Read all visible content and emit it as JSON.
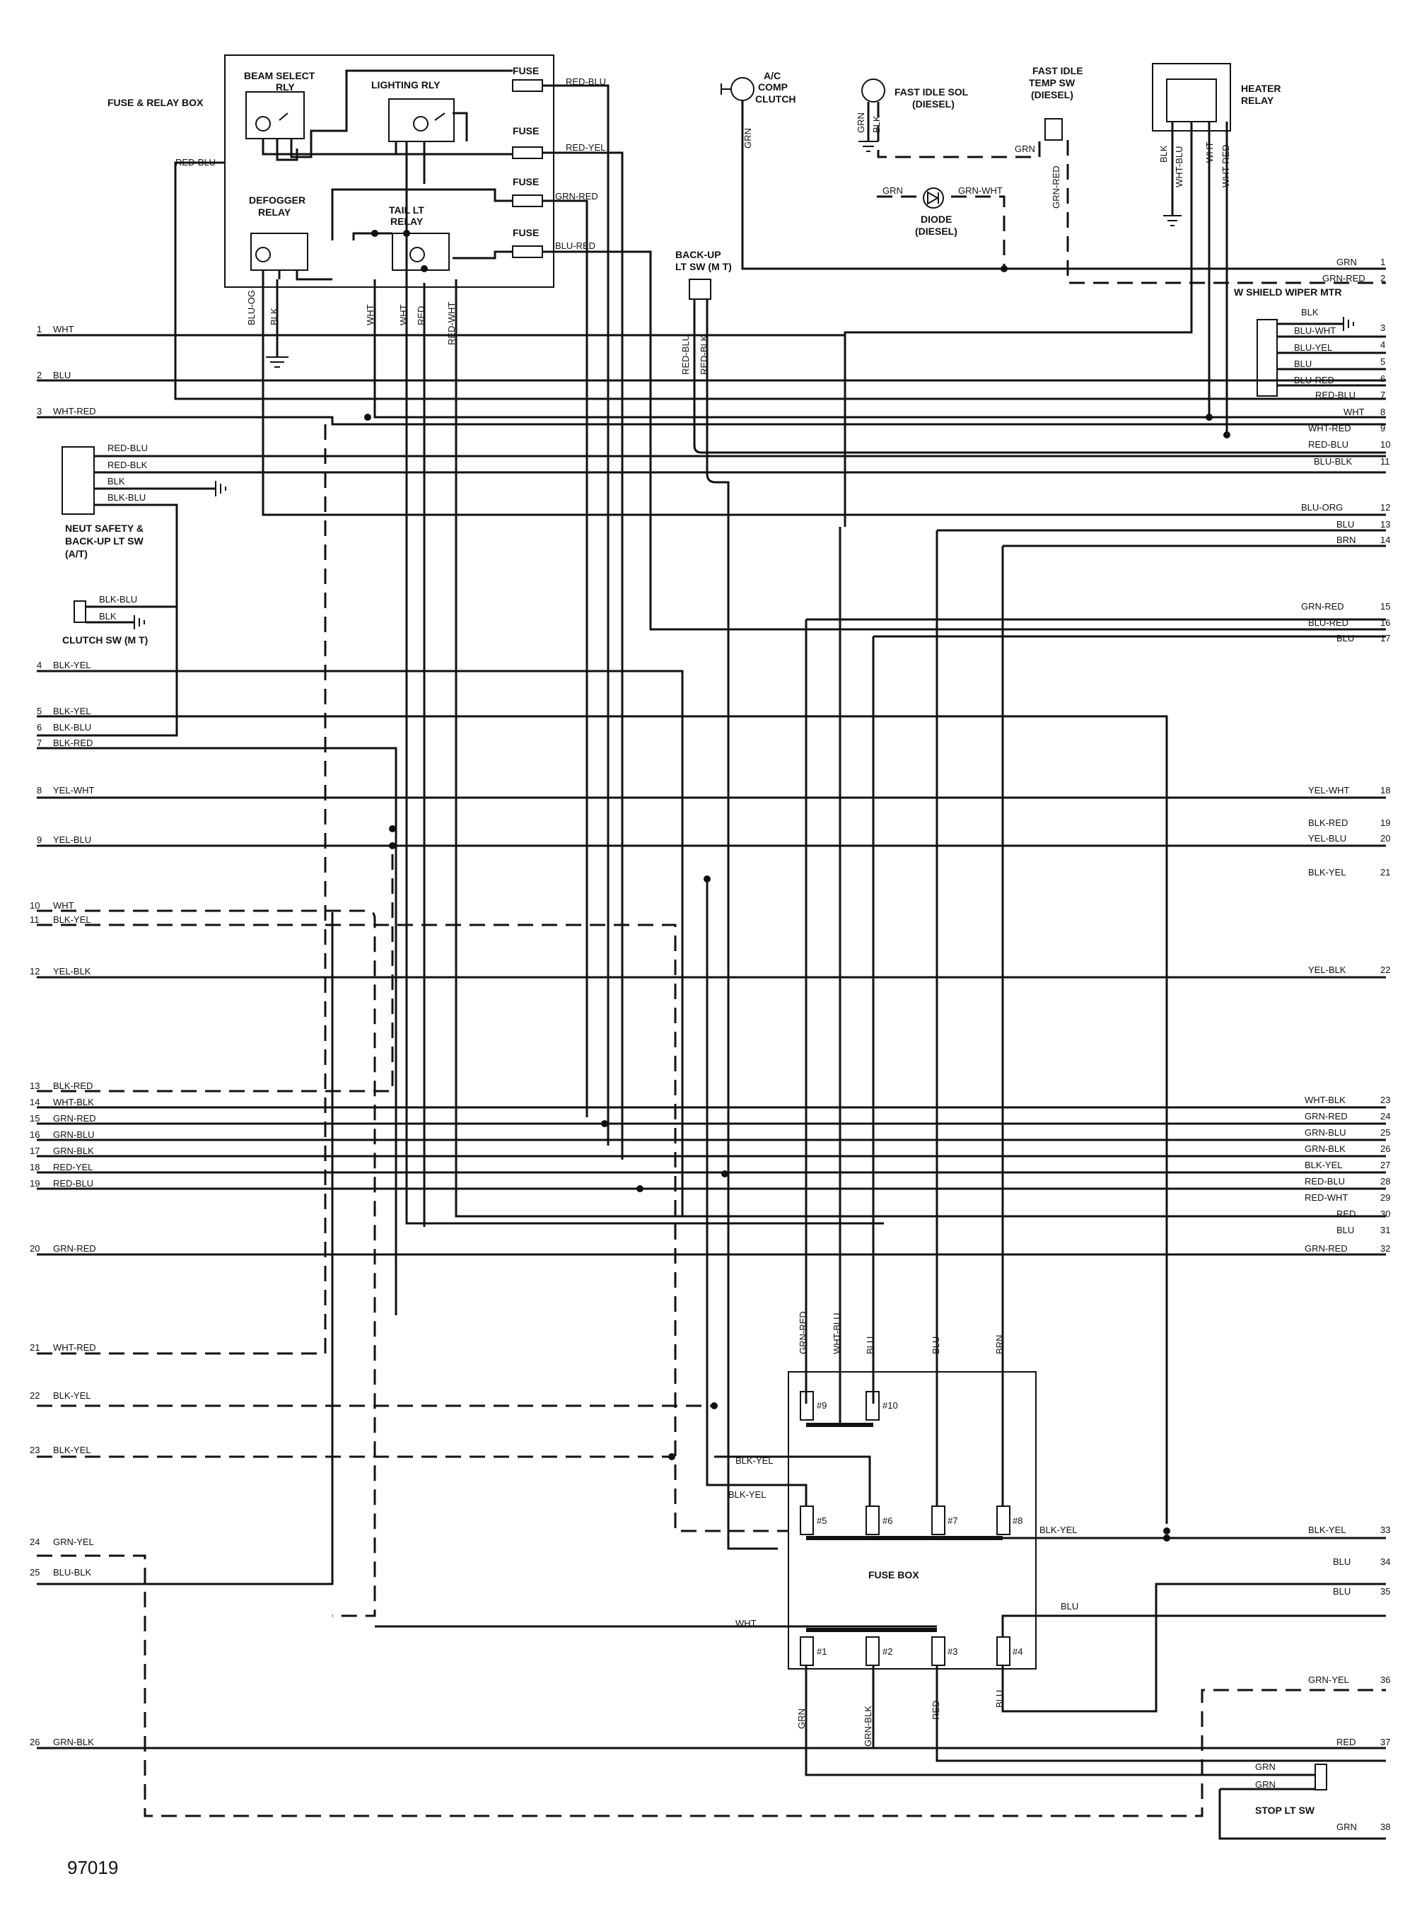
{
  "figure_id": "97019",
  "components": {
    "fuse_relay_box": "FUSE & RELAY BOX",
    "beam_select_rly": [
      "BEAM SELECT",
      "RLY"
    ],
    "lighting_rly": "LIGHTING RLY",
    "defogger_relay": [
      "DEFOGGER",
      "RELAY"
    ],
    "tail_lt_relay": [
      "TAIL LT",
      "RELAY"
    ],
    "fuse": "FUSE",
    "ac_comp_clutch": [
      "A/C",
      "COMP",
      "CLUTCH"
    ],
    "fast_idle_sol": [
      "FAST IDLE SOL",
      "(DIESEL)"
    ],
    "fast_idle_temp_sw": [
      "FAST IDLE",
      "TEMP SW",
      "(DIESEL)"
    ],
    "heater_relay": [
      "HEATER",
      "RELAY"
    ],
    "diode": [
      "DIODE",
      "(DIESEL)"
    ],
    "backup_lt_sw": [
      "BACK-UP",
      "LT SW (M T)"
    ],
    "w_shield_wiper_mtr": "W SHIELD WIPER MTR",
    "neut_safety": [
      "NEUT SAFETY &",
      "BACK-UP LT SW",
      "(A/T)"
    ],
    "clutch_sw": "CLUTCH SW (M T)",
    "fuse_box": "FUSE BOX",
    "stop_lt_sw": "STOP LT SW",
    "fuse_numbers": [
      "#9",
      "#10",
      "#5",
      "#6",
      "#7",
      "#8",
      "#1",
      "#2",
      "#3",
      "#4"
    ]
  },
  "relay_box_wires": {
    "fuse_outputs": [
      "RED-BLU",
      "RED-YEL",
      "GRN-RED",
      "BLU-RED"
    ],
    "red_blu_left": "RED-BLU",
    "bottom": [
      "BLU-OG",
      "BLK",
      "WHT",
      "WHT",
      "RED",
      "RED-WHT"
    ]
  },
  "top_wires": {
    "ac_grn": "GRN",
    "fast_idle_sol_grn": "GRN",
    "fast_idle_sol_blk": "BLK",
    "temp_sw_grn": "GRN",
    "temp_sw_grn_red": "GRN-RED",
    "diode_grn": "GRN",
    "diode_grn_wht": "GRN-WHT",
    "heater": [
      "BLK",
      "WHT-BLU",
      "WHT",
      "WHT-RED"
    ],
    "backup": [
      "RED-BLU",
      "RED-BLK"
    ]
  },
  "neut_safety_wires": [
    "RED-BLU",
    "RED-BLK",
    "BLK",
    "BLK-BLU"
  ],
  "clutch_sw_wires": [
    "BLK-BLU",
    "BLK"
  ],
  "wiper_wires": [
    "BLK",
    "BLU-WHT",
    "BLU-YEL",
    "BLU",
    "BLU-RED"
  ],
  "left_connectors": [
    {
      "n": "1",
      "color": "WHT"
    },
    {
      "n": "2",
      "color": "BLU"
    },
    {
      "n": "3",
      "color": "WHT-RED"
    },
    {
      "n": "4",
      "color": "BLK-YEL"
    },
    {
      "n": "5",
      "color": "BLK-YEL"
    },
    {
      "n": "6",
      "color": "BLK-BLU"
    },
    {
      "n": "7",
      "color": "BLK-RED"
    },
    {
      "n": "8",
      "color": "YEL-WHT"
    },
    {
      "n": "9",
      "color": "YEL-BLU"
    },
    {
      "n": "10",
      "color": "WHT"
    },
    {
      "n": "11",
      "color": "BLK-YEL"
    },
    {
      "n": "12",
      "color": "YEL-BLK"
    },
    {
      "n": "13",
      "color": "BLK-RED"
    },
    {
      "n": "14",
      "color": "WHT-BLK"
    },
    {
      "n": "15",
      "color": "GRN-RED"
    },
    {
      "n": "16",
      "color": "GRN-BLU"
    },
    {
      "n": "17",
      "color": "GRN-BLK"
    },
    {
      "n": "18",
      "color": "RED-YEL"
    },
    {
      "n": "19",
      "color": "RED-BLU"
    },
    {
      "n": "20",
      "color": "GRN-RED"
    },
    {
      "n": "21",
      "color": "WHT-RED"
    },
    {
      "n": "22",
      "color": "BLK-YEL"
    },
    {
      "n": "23",
      "color": "BLK-YEL"
    },
    {
      "n": "24",
      "color": "GRN-YEL"
    },
    {
      "n": "25",
      "color": "BLU-BLK"
    },
    {
      "n": "26",
      "color": "GRN-BLK"
    }
  ],
  "right_connectors": [
    {
      "n": "1",
      "color": "GRN"
    },
    {
      "n": "2",
      "color": "GRN-RED"
    },
    {
      "n": "3",
      "color": "BLU-WHT"
    },
    {
      "n": "4",
      "color": "BLU-YEL"
    },
    {
      "n": "5",
      "color": "BLU"
    },
    {
      "n": "6",
      "color": "BLU-RED"
    },
    {
      "n": "7",
      "color": "RED-BLU"
    },
    {
      "n": "8",
      "color": "WHT"
    },
    {
      "n": "9",
      "color": "WHT-RED"
    },
    {
      "n": "10",
      "color": "RED-BLU"
    },
    {
      "n": "11",
      "color": "BLU-BLK"
    },
    {
      "n": "12",
      "color": "BLU-ORG"
    },
    {
      "n": "13",
      "color": "BLU"
    },
    {
      "n": "14",
      "color": "BRN"
    },
    {
      "n": "15",
      "color": "GRN-RED"
    },
    {
      "n": "16",
      "color": "BLU-RED"
    },
    {
      "n": "17",
      "color": "BLU"
    },
    {
      "n": "18",
      "color": "YEL-WHT"
    },
    {
      "n": "19",
      "color": "BLK-RED"
    },
    {
      "n": "20",
      "color": "YEL-BLU"
    },
    {
      "n": "21",
      "color": "BLK-YEL"
    },
    {
      "n": "22",
      "color": "YEL-BLK"
    },
    {
      "n": "23",
      "color": "WHT-BLK"
    },
    {
      "n": "24",
      "color": "GRN-RED"
    },
    {
      "n": "25",
      "color": "GRN-BLU"
    },
    {
      "n": "26",
      "color": "GRN-BLK"
    },
    {
      "n": "27",
      "color": "BLK-YEL"
    },
    {
      "n": "28",
      "color": "RED-BLU"
    },
    {
      "n": "29",
      "color": "RED-WHT"
    },
    {
      "n": "30",
      "color": "RED"
    },
    {
      "n": "31",
      "color": "BLU"
    },
    {
      "n": "32",
      "color": "GRN-RED"
    },
    {
      "n": "33",
      "color": "BLK-YEL"
    },
    {
      "n": "34",
      "color": "BLU"
    },
    {
      "n": "35",
      "color": "BLU"
    },
    {
      "n": "36",
      "color": "GRN-YEL"
    },
    {
      "n": "37",
      "color": "RED"
    },
    {
      "n": "38",
      "color": "GRN"
    }
  ],
  "fuse_box_wires": {
    "top": [
      "GRN-RED",
      "WHT-BLU",
      "BLU",
      "BLU",
      "BRN"
    ],
    "blk_yel_1": "BLK-YEL",
    "blk_yel_2": "BLK-YEL",
    "blk_yel_out": "BLK-YEL",
    "wht_in": "WHT",
    "blu_out": "BLU",
    "bottom": [
      "GRN",
      "GRN-BLK",
      "RED",
      "BLU"
    ]
  },
  "stop_lt_wires": [
    "GRN",
    "GRN"
  ]
}
